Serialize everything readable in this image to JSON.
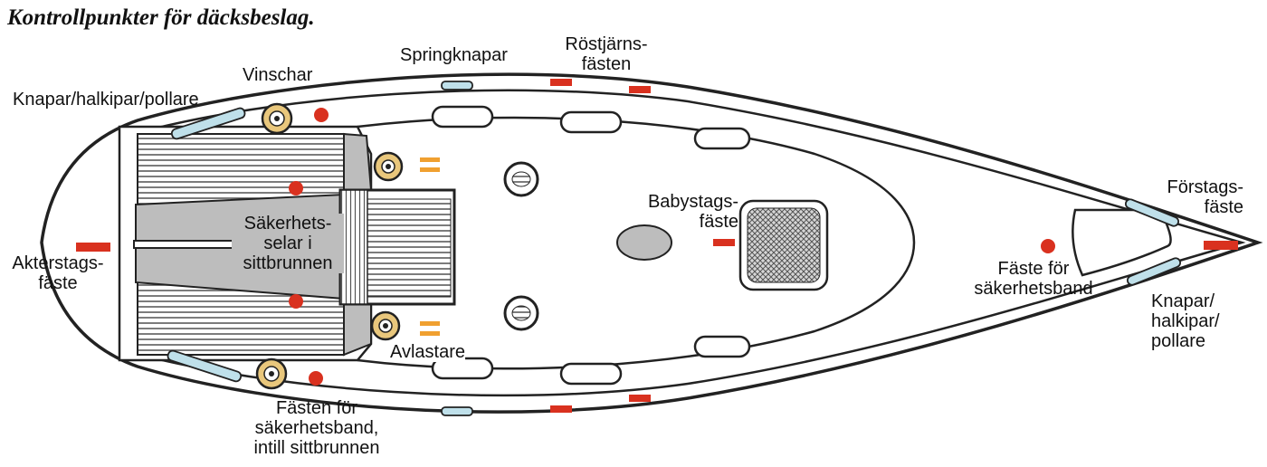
{
  "title": "Kontrollpunkter för däcksbeslag.",
  "labels": {
    "knapar_aft": "Knapar/halkipar/pollare",
    "vinschar": "Vinschar",
    "springknapar": "Springknapar",
    "rostjarns_1": "Röstjärns-",
    "rostjarns_2": "fästen",
    "forstags_1": "Förstags-",
    "forstags_2": "fäste",
    "akterstags_1": "Akterstags-",
    "akterstags_2": "fäste",
    "sakerhetsselar_1": "Säkerhets-",
    "sakerhetsselar_2": "selar i",
    "sakerhetsselar_3": "sittbrunnen",
    "babystags_1": "Babystags-",
    "babystags_2": "fäste",
    "faste_sakerhetsband_1": "Fäste för",
    "faste_sakerhetsband_2": "säkerhetsband",
    "avlastare": "Avlastare",
    "fasten_sittbrunn_1": "Fästen för",
    "fasten_sittbrunn_2": "säkerhetsband,",
    "fasten_sittbrunn_3": "intill sittbrunnen",
    "knapar_fwd_1": "Knapar/",
    "knapar_fwd_2": "halkipar/",
    "knapar_fwd_3": "pollare"
  },
  "colors": {
    "red_marker": "#d9311f",
    "orange_marker": "#f0a030",
    "cleat_blue": "#bfe0ea",
    "winch_tan": "#e9c77c",
    "cockpit_gray": "#bdbdbd",
    "transom_gray": "#e4e4e4"
  }
}
